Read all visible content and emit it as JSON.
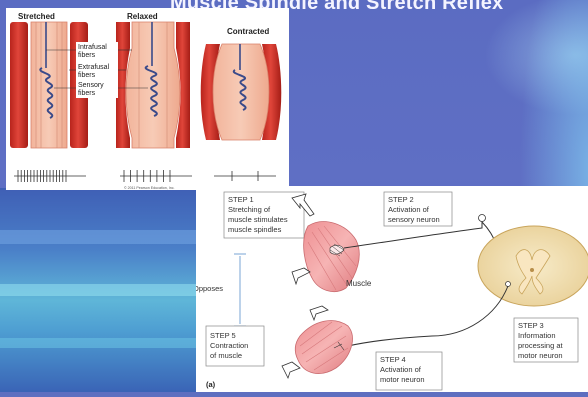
{
  "slide": {
    "title": "Muscle Spindle and Stretch Reflex"
  },
  "spindle_figure": {
    "states": [
      "Stretched",
      "Relaxed",
      "Contracted"
    ],
    "labels": {
      "intrafusal": [
        "Intrafusal",
        "fibers"
      ],
      "extrafusal": [
        "Extrafusal",
        "fibers"
      ],
      "sensory": [
        "Sensory",
        "fibers"
      ]
    },
    "copyright": "© 2011 Pearson Education, Inc."
  },
  "reflex_figure": {
    "step1": [
      "STEP 1",
      "Stretching of",
      "muscle stimulates",
      "muscle spindles"
    ],
    "step2": [
      "STEP 2",
      "Activation of",
      "sensory neuron"
    ],
    "step3": [
      "STEP 3",
      "Information",
      "processing at",
      "motor neuron"
    ],
    "step4": [
      "STEP 4",
      "Activation of",
      "motor neuron"
    ],
    "step5": [
      "STEP 5",
      "Contraction",
      "of muscle"
    ],
    "opposes": "Opposes",
    "muscle": "Muscle",
    "panel_label": "(a)"
  }
}
